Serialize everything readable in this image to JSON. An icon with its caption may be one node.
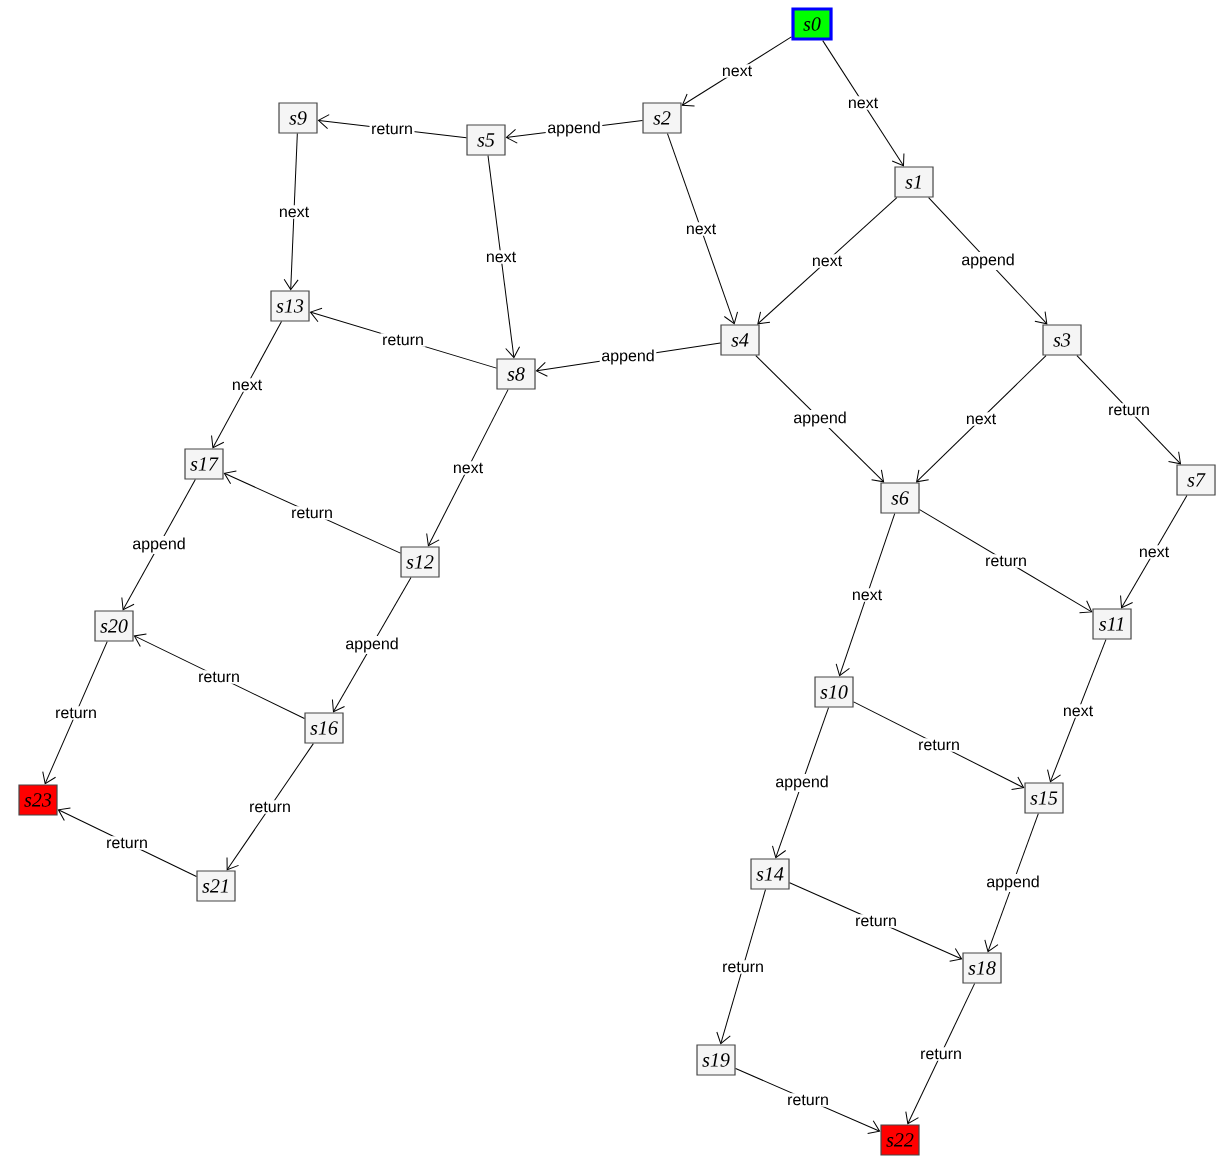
{
  "diagram": {
    "nodes": [
      {
        "text": [
          "s0"
        ]
      },
      {
        "text": [
          "s1"
        ]
      },
      {
        "text": [
          "s2"
        ]
      },
      {
        "text": [
          "s3"
        ]
      },
      {
        "text": [
          "s4"
        ]
      },
      {
        "text": [
          "s5"
        ]
      },
      {
        "text": [
          "s6"
        ]
      },
      {
        "text": [
          "s7"
        ]
      },
      {
        "text": [
          "s8"
        ]
      },
      {
        "text": [
          "s9"
        ]
      },
      {
        "text": [
          "s10"
        ]
      },
      {
        "text": [
          "s11"
        ]
      },
      {
        "text": [
          "s12"
        ]
      },
      {
        "text": [
          "s13"
        ]
      },
      {
        "text": [
          "s14"
        ]
      },
      {
        "text": [
          "s15"
        ]
      },
      {
        "text": [
          "s16"
        ]
      },
      {
        "text": [
          "s17"
        ]
      },
      {
        "text": [
          "s18"
        ]
      },
      {
        "text": [
          "s19"
        ]
      },
      {
        "text": [
          "s20"
        ]
      },
      {
        "text": [
          "s21"
        ]
      },
      {
        "text": [
          "s22"
        ]
      },
      {
        "text": [
          "s23"
        ]
      }
    ],
    "edges": [
      {
        "from": 0,
        "to": 2,
        "arrow": "to",
        "label": "next"
      },
      {
        "from": 0,
        "to": 1,
        "arrow": "to",
        "label": "next"
      },
      {
        "from": 2,
        "to": 5,
        "arrow": "to",
        "label": "append"
      },
      {
        "from": 5,
        "to": 9,
        "arrow": "to",
        "label": "return"
      },
      {
        "from": 2,
        "to": 4,
        "arrow": "to",
        "label": "next"
      },
      {
        "from": 1,
        "to": 4,
        "arrow": "to",
        "label": "next"
      },
      {
        "from": 1,
        "to": 3,
        "arrow": "to",
        "label": "append"
      },
      {
        "from": 9,
        "to": 13,
        "arrow": "to",
        "label": "next"
      },
      {
        "from": 5,
        "to": 8,
        "arrow": "to",
        "label": "next"
      },
      {
        "from": 4,
        "to": 8,
        "arrow": "to",
        "label": "append"
      },
      {
        "from": 8,
        "to": 13,
        "arrow": "to",
        "label": "return"
      },
      {
        "from": 13,
        "to": 17,
        "arrow": "to",
        "label": "next"
      },
      {
        "from": 8,
        "to": 12,
        "arrow": "to",
        "label": "next"
      },
      {
        "from": 4,
        "to": 6,
        "arrow": "to",
        "label": "append"
      },
      {
        "from": 3,
        "to": 6,
        "arrow": "to",
        "label": "next"
      },
      {
        "from": 3,
        "to": 7,
        "arrow": "to",
        "label": "return"
      },
      {
        "from": 12,
        "to": 17,
        "arrow": "to",
        "label": "return"
      },
      {
        "from": 17,
        "to": 20,
        "arrow": "to",
        "label": "append"
      },
      {
        "from": 12,
        "to": 16,
        "arrow": "to",
        "label": "append"
      },
      {
        "from": 16,
        "to": 20,
        "arrow": "to",
        "label": "return"
      },
      {
        "from": 6,
        "to": 10,
        "arrow": "to",
        "label": "next"
      },
      {
        "from": 6,
        "to": 11,
        "arrow": "to",
        "label": "return"
      },
      {
        "from": 7,
        "to": 11,
        "arrow": "to",
        "label": "next"
      },
      {
        "from": 20,
        "to": 23,
        "arrow": "to",
        "label": "return"
      },
      {
        "from": 16,
        "to": 21,
        "arrow": "to",
        "label": "return"
      },
      {
        "from": 21,
        "to": 23,
        "arrow": "to",
        "label": "return"
      },
      {
        "from": 10,
        "to": 14,
        "arrow": "to",
        "label": "append"
      },
      {
        "from": 10,
        "to": 15,
        "arrow": "to",
        "label": "return"
      },
      {
        "from": 11,
        "to": 15,
        "arrow": "to",
        "label": "next"
      },
      {
        "from": 14,
        "to": 18,
        "arrow": "to",
        "label": "return"
      },
      {
        "from": 15,
        "to": 18,
        "arrow": "to",
        "label": "append"
      },
      {
        "from": 14,
        "to": 19,
        "arrow": "to",
        "label": "return"
      },
      {
        "from": 18,
        "to": 22,
        "arrow": "to",
        "label": "return"
      },
      {
        "from": 19,
        "to": 22,
        "arrow": "to",
        "label": "return"
      }
    ]
  }
}
